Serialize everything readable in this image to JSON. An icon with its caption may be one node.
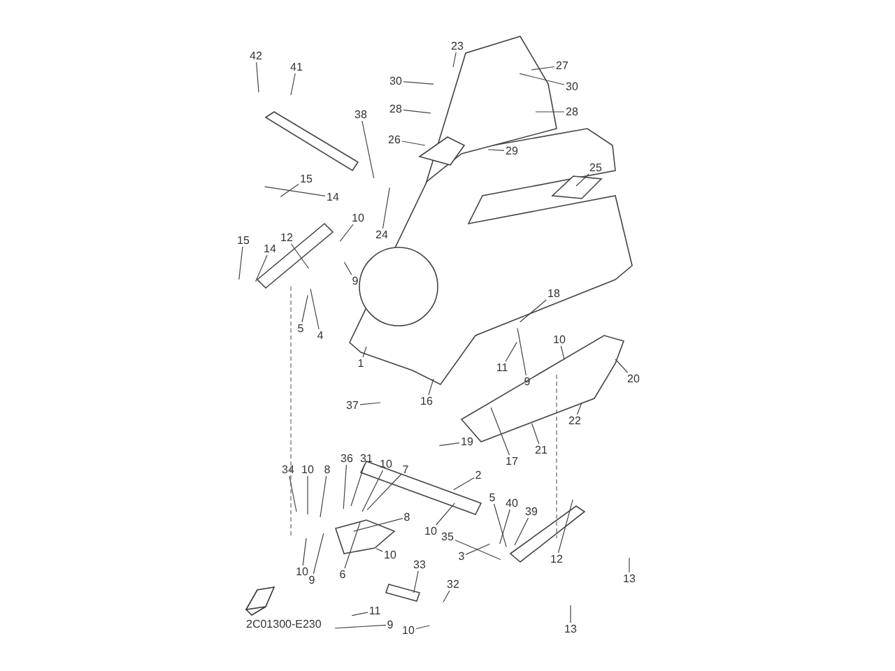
{
  "diagram": {
    "nodes": [
      {
        "text": [
          "42"
        ]
      },
      {
        "text": [
          "41"
        ]
      },
      {
        "text": [
          "38"
        ]
      },
      {
        "text": [
          "23"
        ]
      },
      {
        "text": [
          "27"
        ]
      },
      {
        "text": [
          "30"
        ]
      },
      {
        "text": [
          "30"
        ]
      },
      {
        "text": [
          "28"
        ]
      },
      {
        "text": [
          "28"
        ]
      },
      {
        "text": [
          "26"
        ]
      },
      {
        "text": [
          "29"
        ]
      },
      {
        "text": [
          "25"
        ]
      },
      {
        "text": [
          "15"
        ]
      },
      {
        "text": [
          "14"
        ]
      },
      {
        "text": [
          "10"
        ]
      },
      {
        "text": [
          "24"
        ]
      },
      {
        "text": [
          "12"
        ]
      },
      {
        "text": [
          "15"
        ]
      },
      {
        "text": [
          "14"
        ]
      },
      {
        "text": [
          "9"
        ]
      },
      {
        "text": [
          "5"
        ]
      },
      {
        "text": [
          "4"
        ]
      },
      {
        "text": [
          "1"
        ]
      },
      {
        "text": [
          "18"
        ]
      },
      {
        "text": [
          "10"
        ]
      },
      {
        "text": [
          "11"
        ]
      },
      {
        "text": [
          "9"
        ]
      },
      {
        "text": [
          "20"
        ]
      },
      {
        "text": [
          "16"
        ]
      },
      {
        "text": [
          "37"
        ]
      },
      {
        "text": [
          "22"
        ]
      },
      {
        "text": [
          "21"
        ]
      },
      {
        "text": [
          "19"
        ]
      },
      {
        "text": [
          "17"
        ]
      },
      {
        "text": [
          "36"
        ]
      },
      {
        "text": [
          "31"
        ]
      },
      {
        "text": [
          "34"
        ]
      },
      {
        "text": [
          "10"
        ]
      },
      {
        "text": [
          "8"
        ]
      },
      {
        "text": [
          "10"
        ]
      },
      {
        "text": [
          "7"
        ]
      },
      {
        "text": [
          "2"
        ]
      },
      {
        "text": [
          "5"
        ]
      },
      {
        "text": [
          "40"
        ]
      },
      {
        "text": [
          "39"
        ]
      },
      {
        "text": [
          "8"
        ]
      },
      {
        "text": [
          "10"
        ]
      },
      {
        "text": [
          "35"
        ]
      },
      {
        "text": [
          "3"
        ]
      },
      {
        "text": [
          "10"
        ]
      },
      {
        "text": [
          "9"
        ]
      },
      {
        "text": [
          "6"
        ]
      },
      {
        "text": [
          "10"
        ]
      },
      {
        "text": [
          "33"
        ]
      },
      {
        "text": [
          "32"
        ]
      },
      {
        "text": [
          "12"
        ]
      },
      {
        "text": [
          "13"
        ]
      },
      {
        "text": [
          "11"
        ]
      },
      {
        "text": [
          "9"
        ]
      },
      {
        "text": [
          "10"
        ]
      },
      {
        "text": [
          "13"
        ]
      }
    ],
    "edges": [
      {
        "from": 0,
        "to": null,
        "arrow": "none"
      },
      {
        "from": 1,
        "to": null,
        "arrow": "none"
      },
      {
        "from": 2,
        "to": null,
        "arrow": "none"
      },
      {
        "from": 3,
        "to": null,
        "arrow": "none"
      },
      {
        "from": 4,
        "to": null,
        "arrow": "none"
      },
      {
        "from": 5,
        "to": null,
        "arrow": "none"
      },
      {
        "from": 6,
        "to": null,
        "arrow": "none"
      },
      {
        "from": 7,
        "to": null,
        "arrow": "none"
      },
      {
        "from": 8,
        "to": null,
        "arrow": "none"
      },
      {
        "from": 9,
        "to": null,
        "arrow": "none"
      },
      {
        "from": 10,
        "to": null,
        "arrow": "none"
      },
      {
        "from": 11,
        "to": null,
        "arrow": "none"
      },
      {
        "from": 12,
        "to": null,
        "arrow": "none"
      },
      {
        "from": 13,
        "to": null,
        "arrow": "none"
      },
      {
        "from": 14,
        "to": null,
        "arrow": "none"
      },
      {
        "from": 15,
        "to": null,
        "arrow": "none"
      },
      {
        "from": 16,
        "to": null,
        "arrow": "none"
      },
      {
        "from": 17,
        "to": null,
        "arrow": "none"
      },
      {
        "from": 18,
        "to": null,
        "arrow": "none"
      },
      {
        "from": 19,
        "to": null,
        "arrow": "none"
      },
      {
        "from": 20,
        "to": null,
        "arrow": "none"
      },
      {
        "from": 21,
        "to": null,
        "arrow": "none"
      },
      {
        "from": 22,
        "to": null,
        "arrow": "none"
      },
      {
        "from": 23,
        "to": null,
        "arrow": "none"
      },
      {
        "from": 24,
        "to": null,
        "arrow": "none"
      },
      {
        "from": 25,
        "to": null,
        "arrow": "none"
      },
      {
        "from": 26,
        "to": null,
        "arrow": "none"
      },
      {
        "from": 27,
        "to": null,
        "arrow": "none"
      },
      {
        "from": 28,
        "to": null,
        "arrow": "none"
      },
      {
        "from": 29,
        "to": null,
        "arrow": "none"
      },
      {
        "from": 30,
        "to": null,
        "arrow": "none"
      },
      {
        "from": 31,
        "to": null,
        "arrow": "none"
      },
      {
        "from": 32,
        "to": null,
        "arrow": "none"
      },
      {
        "from": 33,
        "to": null,
        "arrow": "none"
      },
      {
        "from": 34,
        "to": null,
        "arrow": "none"
      },
      {
        "from": 35,
        "to": null,
        "arrow": "none"
      },
      {
        "from": 36,
        "to": null,
        "arrow": "none"
      },
      {
        "from": 37,
        "to": null,
        "arrow": "none"
      },
      {
        "from": 38,
        "to": null,
        "arrow": "none"
      },
      {
        "from": 39,
        "to": null,
        "arrow": "none"
      },
      {
        "from": 40,
        "to": null,
        "arrow": "none"
      },
      {
        "from": 41,
        "to": null,
        "arrow": "none"
      },
      {
        "from": 42,
        "to": null,
        "arrow": "none"
      },
      {
        "from": 43,
        "to": null,
        "arrow": "none"
      },
      {
        "from": 44,
        "to": null,
        "arrow": "none"
      },
      {
        "from": 45,
        "to": null,
        "arrow": "none"
      },
      {
        "from": 46,
        "to": null,
        "arrow": "none"
      },
      {
        "from": 47,
        "to": null,
        "arrow": "none"
      },
      {
        "from": 48,
        "to": null,
        "arrow": "none"
      },
      {
        "from": 49,
        "to": null,
        "arrow": "none"
      },
      {
        "from": 50,
        "to": null,
        "arrow": "none"
      },
      {
        "from": 51,
        "to": null,
        "arrow": "none"
      },
      {
        "from": 52,
        "to": null,
        "arrow": "none"
      },
      {
        "from": 53,
        "to": null,
        "arrow": "none"
      },
      {
        "from": 54,
        "to": null,
        "arrow": "none"
      },
      {
        "from": 55,
        "to": null,
        "arrow": "none"
      },
      {
        "from": 56,
        "to": null,
        "arrow": "none"
      },
      {
        "from": 57,
        "to": null,
        "arrow": "none"
      },
      {
        "from": 58,
        "to": null,
        "arrow": "none"
      },
      {
        "from": 59,
        "to": null,
        "arrow": "none"
      },
      {
        "from": 60,
        "to": null,
        "arrow": "none"
      }
    ],
    "labels": [
      "2C01300-E230"
    ]
  }
}
